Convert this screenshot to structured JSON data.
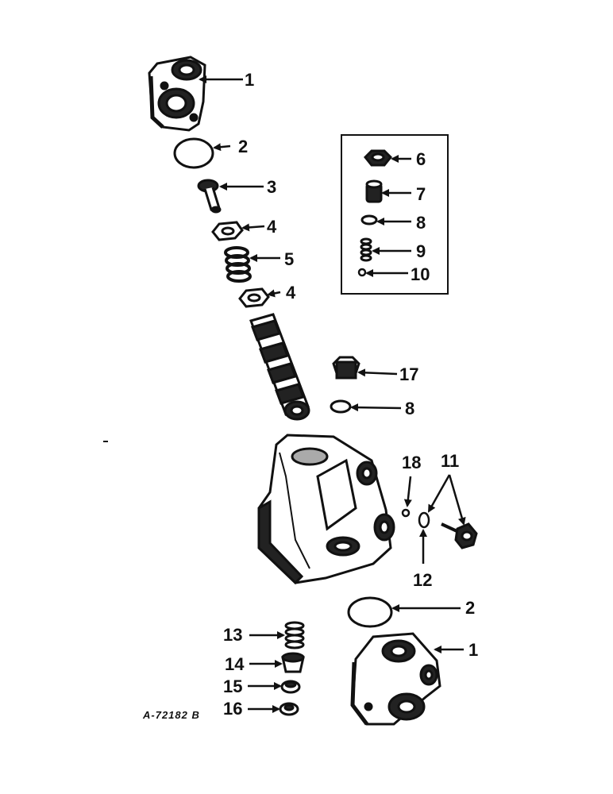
{
  "figure_id": "A-72182 B",
  "callouts": {
    "c1_top": "1",
    "c2_top": "2",
    "c3": "3",
    "c4_top": "4",
    "c5": "5",
    "c4_low": "4",
    "c6": "6",
    "c7": "7",
    "c8_box": "8",
    "c9": "9",
    "c10": "10",
    "c17": "17",
    "c8_low": "8",
    "c18": "18",
    "c11": "11",
    "c12": "12",
    "c2_low": "2",
    "c1_low": "1",
    "c13": "13",
    "c14": "14",
    "c15": "15",
    "c16": "16"
  }
}
